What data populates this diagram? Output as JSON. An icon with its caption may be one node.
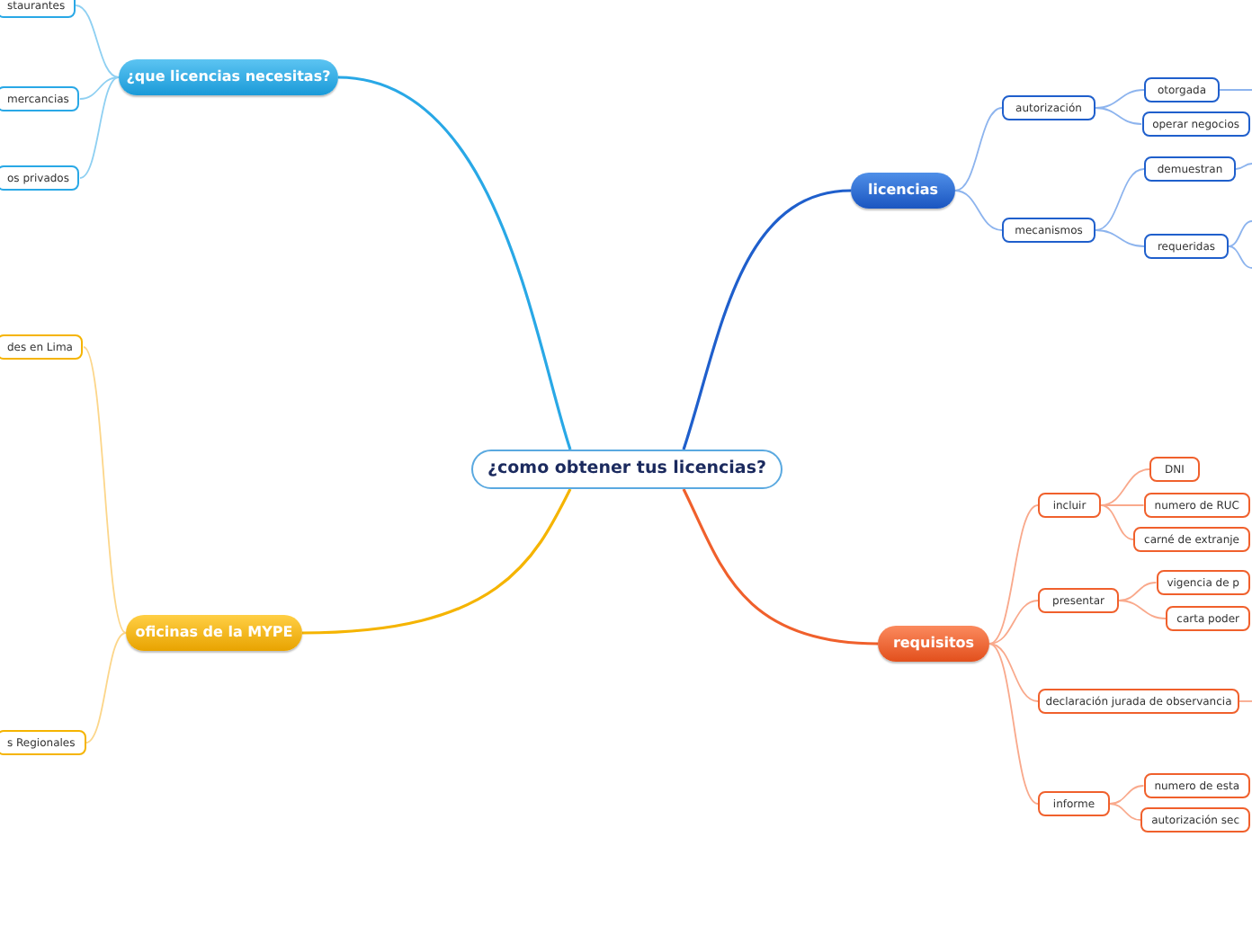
{
  "diagram": {
    "nodes": [
      {
        "text": [
          "¿como obtener tus licencias?"
        ]
      },
      {
        "text": [
          "¿que licencias necesitas?"
        ]
      },
      {
        "text": [
          "staurantes"
        ]
      },
      {
        "text": [
          "mercancias"
        ]
      },
      {
        "text": [
          "os privados"
        ]
      },
      {
        "text": [
          "licencias"
        ]
      },
      {
        "text": [
          "autorización"
        ]
      },
      {
        "text": [
          "otorgada"
        ]
      },
      {
        "text": [
          "operar negocios"
        ]
      },
      {
        "text": [
          "mecanismos"
        ]
      },
      {
        "text": [
          "demuestran"
        ]
      },
      {
        "text": [
          "requeridas"
        ]
      },
      {
        "text": [
          "oficinas de la MYPE"
        ]
      },
      {
        "text": [
          "des en Lima"
        ]
      },
      {
        "text": [
          "s Regionales"
        ]
      },
      {
        "text": [
          "requisitos"
        ]
      },
      {
        "text": [
          "incluir"
        ]
      },
      {
        "text": [
          "DNI"
        ]
      },
      {
        "text": [
          "numero de RUC"
        ]
      },
      {
        "text": [
          "carné de extranje"
        ]
      },
      {
        "text": [
          "presentar"
        ]
      },
      {
        "text": [
          "vigencia de p"
        ]
      },
      {
        "text": [
          "carta poder"
        ]
      },
      {
        "text": [
          "declaración jurada de observancia"
        ]
      },
      {
        "text": [
          "informe"
        ]
      },
      {
        "text": [
          "numero de esta"
        ]
      },
      {
        "text": [
          "autorización sec"
        ]
      }
    ],
    "edges": [
      {
        "from": 0,
        "to": 1,
        "arrow": "none",
        "color": "#29a8e6"
      },
      {
        "from": 0,
        "to": 5,
        "arrow": "none",
        "color": "#1f5fcc"
      },
      {
        "from": 0,
        "to": 12,
        "arrow": "none",
        "color": "#f5b400"
      },
      {
        "from": 0,
        "to": 15,
        "arrow": "none",
        "color": "#f0602c"
      },
      {
        "from": 1,
        "to": 2,
        "arrow": "none",
        "color": "#8fd0f2"
      },
      {
        "from": 1,
        "to": 3,
        "arrow": "none",
        "color": "#8fd0f2"
      },
      {
        "from": 1,
        "to": 4,
        "arrow": "none",
        "color": "#8fd0f2"
      },
      {
        "from": 5,
        "to": 6,
        "arrow": "none",
        "color": "#8db4ee"
      },
      {
        "from": 5,
        "to": 9,
        "arrow": "none",
        "color": "#8db4ee"
      },
      {
        "from": 6,
        "to": 7,
        "arrow": "none",
        "color": "#8db4ee"
      },
      {
        "from": 6,
        "to": 8,
        "arrow": "none",
        "color": "#8db4ee"
      },
      {
        "from": 9,
        "to": 10,
        "arrow": "none",
        "color": "#8db4ee"
      },
      {
        "from": 9,
        "to": 11,
        "arrow": "none",
        "color": "#8db4ee"
      },
      {
        "from": 7,
        "to": null,
        "arrow": "none",
        "color": "#8db4ee"
      },
      {
        "from": 10,
        "to": null,
        "arrow": "none",
        "color": "#8db4ee"
      },
      {
        "from": 11,
        "to": null,
        "arrow": "none",
        "color": "#8db4ee"
      },
      {
        "from": 11,
        "to": null,
        "arrow": "none",
        "color": "#8db4ee"
      },
      {
        "from": 12,
        "to": 13,
        "arrow": "none",
        "color": "#fcd68a"
      },
      {
        "from": 12,
        "to": 14,
        "arrow": "none",
        "color": "#fcd68a"
      },
      {
        "from": 15,
        "to": 16,
        "arrow": "none",
        "color": "#f9a98c"
      },
      {
        "from": 15,
        "to": 20,
        "arrow": "none",
        "color": "#f9a98c"
      },
      {
        "from": 15,
        "to": 23,
        "arrow": "none",
        "color": "#f9a98c"
      },
      {
        "from": 15,
        "to": 24,
        "arrow": "none",
        "color": "#f9a98c"
      },
      {
        "from": 16,
        "to": 17,
        "arrow": "none",
        "color": "#f9a98c"
      },
      {
        "from": 16,
        "to": 18,
        "arrow": "none",
        "color": "#f9a98c"
      },
      {
        "from": 16,
        "to": 19,
        "arrow": "none",
        "color": "#f9a98c"
      },
      {
        "from": 20,
        "to": 21,
        "arrow": "none",
        "color": "#f9a98c"
      },
      {
        "from": 20,
        "to": 22,
        "arrow": "none",
        "color": "#f9a98c"
      },
      {
        "from": 23,
        "to": null,
        "arrow": "none",
        "color": "#f9a98c"
      },
      {
        "from": 24,
        "to": 25,
        "arrow": "none",
        "color": "#f9a98c"
      },
      {
        "from": 24,
        "to": 26,
        "arrow": "none",
        "color": "#f9a98c"
      }
    ]
  }
}
